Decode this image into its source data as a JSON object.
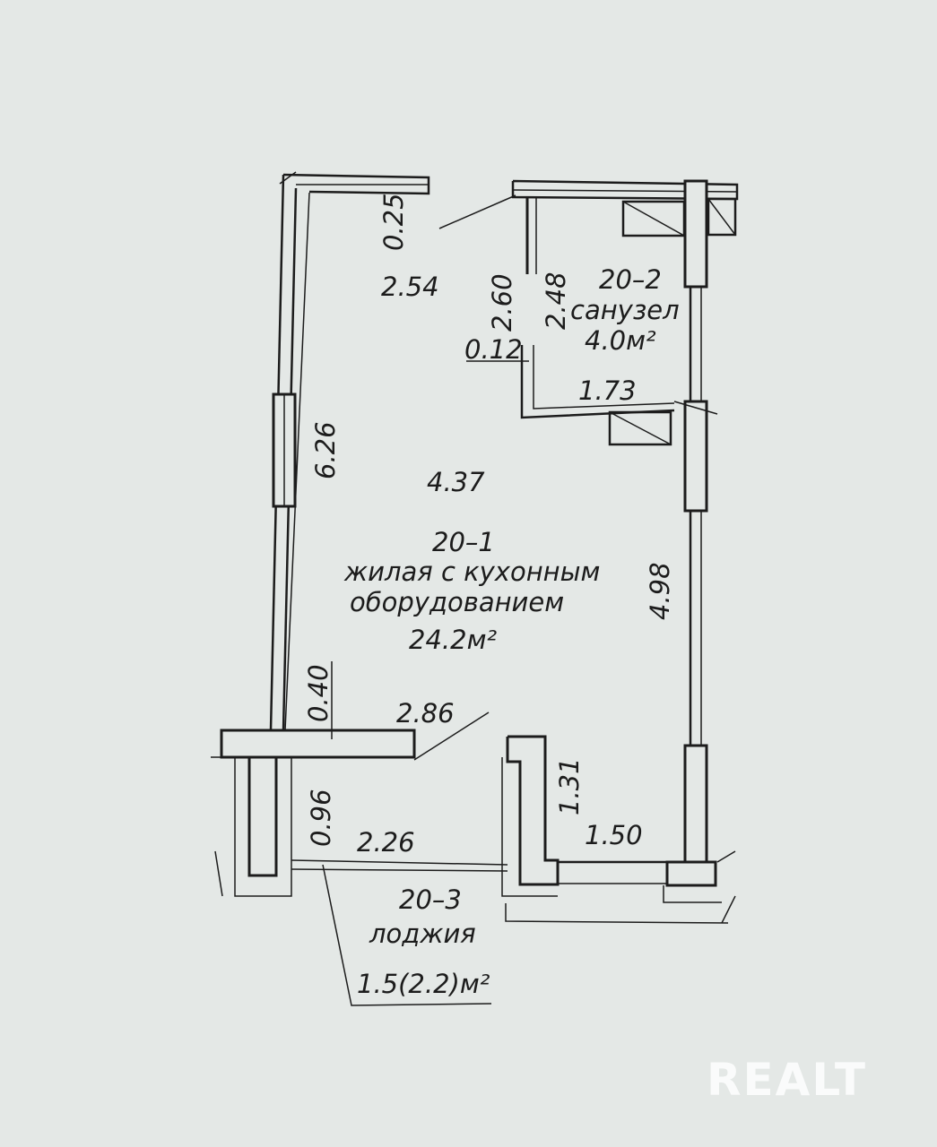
{
  "rooms": {
    "living": {
      "id": "20–1",
      "name_line1": "жилая с кухонным",
      "name_line2": "оборудованием",
      "area": "24.2м²"
    },
    "bath": {
      "id": "20–2",
      "name": "санузел",
      "area": "4.0м²"
    },
    "loggia": {
      "id": "20–3",
      "name": "лоджия",
      "area": "1.5(2.2)м²"
    }
  },
  "dimensions": {
    "d_0_25": "0.25",
    "d_2_54": "2.54",
    "d_2_60": "2.60",
    "d_2_48": "2.48",
    "d_0_12": "0.12",
    "d_1_73": "1.73",
    "d_6_26": "6.26",
    "d_4_37": "4.37",
    "d_4_98": "4.98",
    "d_0_40": "0.40",
    "d_2_86": "2.86",
    "d_1_31": "1.31",
    "d_0_96": "0.96",
    "d_2_26": "2.26",
    "d_1_50": "1.50"
  },
  "watermark": "REALT",
  "colors": {
    "background": "#e4e8e6",
    "ink": "#1c1c1c",
    "watermark": "#ffffff"
  }
}
